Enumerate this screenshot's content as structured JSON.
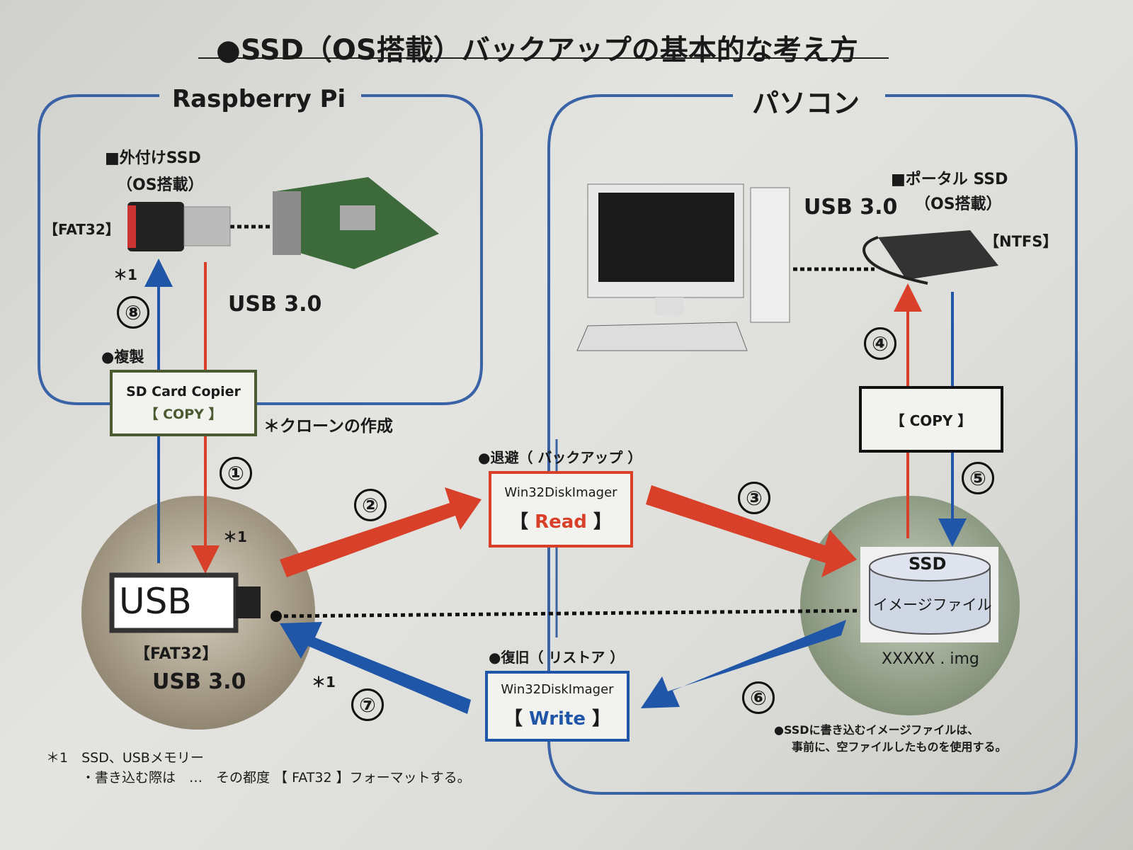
{
  "title": "●SSD（OS搭載）バックアップの基本的な考え方",
  "raspberry_pi": {
    "label": "Raspberry Pi",
    "ssd_label_1": "■外付けSSD",
    "ssd_label_2": "（OS搭載）",
    "fat32": "【FAT32】",
    "usb30": "USB 3.0",
    "note_star1": "＊1",
    "step8": "⑧",
    "clone_label": "●複製"
  },
  "pc": {
    "label": "パソコン",
    "portable_ssd_1": "■ポータル SSD",
    "portable_ssd_2": "（OS搭載）",
    "usb30": "USB 3.0",
    "ntfs": "【NTFS】",
    "step4": "④",
    "step5": "⑤",
    "copy_box": "【 COPY 】"
  },
  "sd_card_copier": {
    "name": "SD Card Copier",
    "action": "【 COPY 】",
    "note": "＊クローンの作成"
  },
  "backup": {
    "heading": "●退避（ バックアップ ）",
    "tool": "Win32DiskImager",
    "action_l": "【",
    "action": "Read",
    "action_r": "】"
  },
  "restore": {
    "heading": "●復旧（ リストア ）",
    "tool": "Win32DiskImager",
    "action_l": "【",
    "action": "Write",
    "action_r": "】"
  },
  "usb_disk": {
    "label": "USB",
    "fat32": "【FAT32】",
    "usb30": "USB 3.0",
    "star1a": "＊1",
    "star1b": "＊1"
  },
  "ssd_image": {
    "ssd": "SSD",
    "image": "イメージファイル",
    "filename": "XXXXX . img"
  },
  "steps": {
    "s1": "①",
    "s2": "②",
    "s3": "③",
    "s6": "⑥",
    "s7": "⑦"
  },
  "notes": {
    "footnote_1": "＊1　SSD、USBメモリー",
    "footnote_2": "・書き込む際は　…　その都度 【 FAT32 】フォーマットする。",
    "image_note_1": "●SSDに書き込むイメージファイルは、",
    "image_note_2": "事前に、空ファイルしたものを使用する。"
  },
  "colors": {
    "red": "#d8402a",
    "blue": "#1f56a8",
    "frame": "#3a62a6",
    "green_border": "#4c5a32"
  }
}
